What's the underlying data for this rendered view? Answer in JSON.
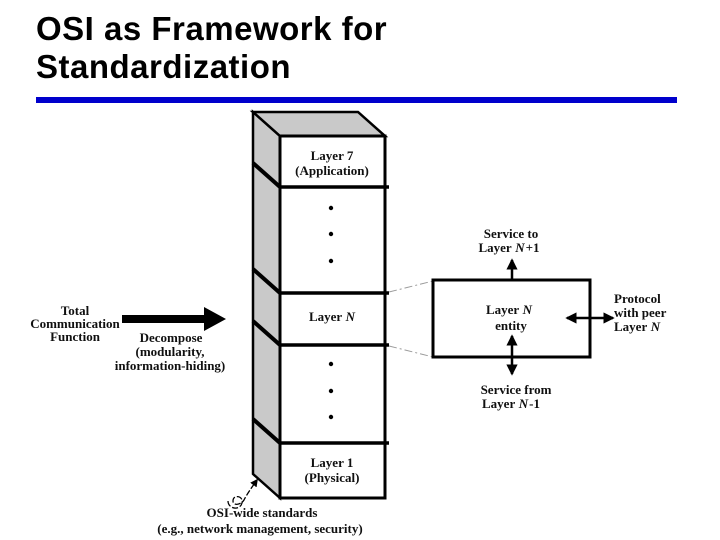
{
  "title": {
    "line1": "OSI as Framework for",
    "line2": "Standardization"
  },
  "colors": {
    "accent_rule": "#0000CC",
    "stack_face_gray": "#C9C9C9",
    "line_black": "#000000"
  },
  "stack": {
    "layer7": {
      "name": "Layer 7",
      "sub": "(Application)"
    },
    "layerN": {
      "prefix": "Layer",
      "n": "N"
    },
    "layer1": {
      "name": "Layer 1",
      "sub": "(Physical)"
    }
  },
  "left": {
    "total_l1": "Total",
    "total_l2": "Communication",
    "total_l3": "Function",
    "decompose_l1": "Decompose",
    "decompose_l2": "(modularity,",
    "decompose_l3": "information-hiding)"
  },
  "right": {
    "service_to_l1": "Service to",
    "service_to_l2_prefix": "Layer",
    "service_to_l2_n": "N",
    "service_to_l2_suffix": "+1",
    "entity_prefix": "Layer",
    "entity_n": "N",
    "entity_l2": "entity",
    "protocol_l1": "Protocol",
    "protocol_l2": "with peer",
    "protocol_l3_prefix": "Layer",
    "protocol_l3_n": "N",
    "service_from_l1": "Service from",
    "service_from_l2_prefix": "Layer",
    "service_from_l2_n": "N",
    "service_from_l2_suffix": "-1"
  },
  "bottom": {
    "osi_wide_l1": "OSI-wide standards",
    "osi_wide_l2": "(e.g., network management, security)"
  }
}
